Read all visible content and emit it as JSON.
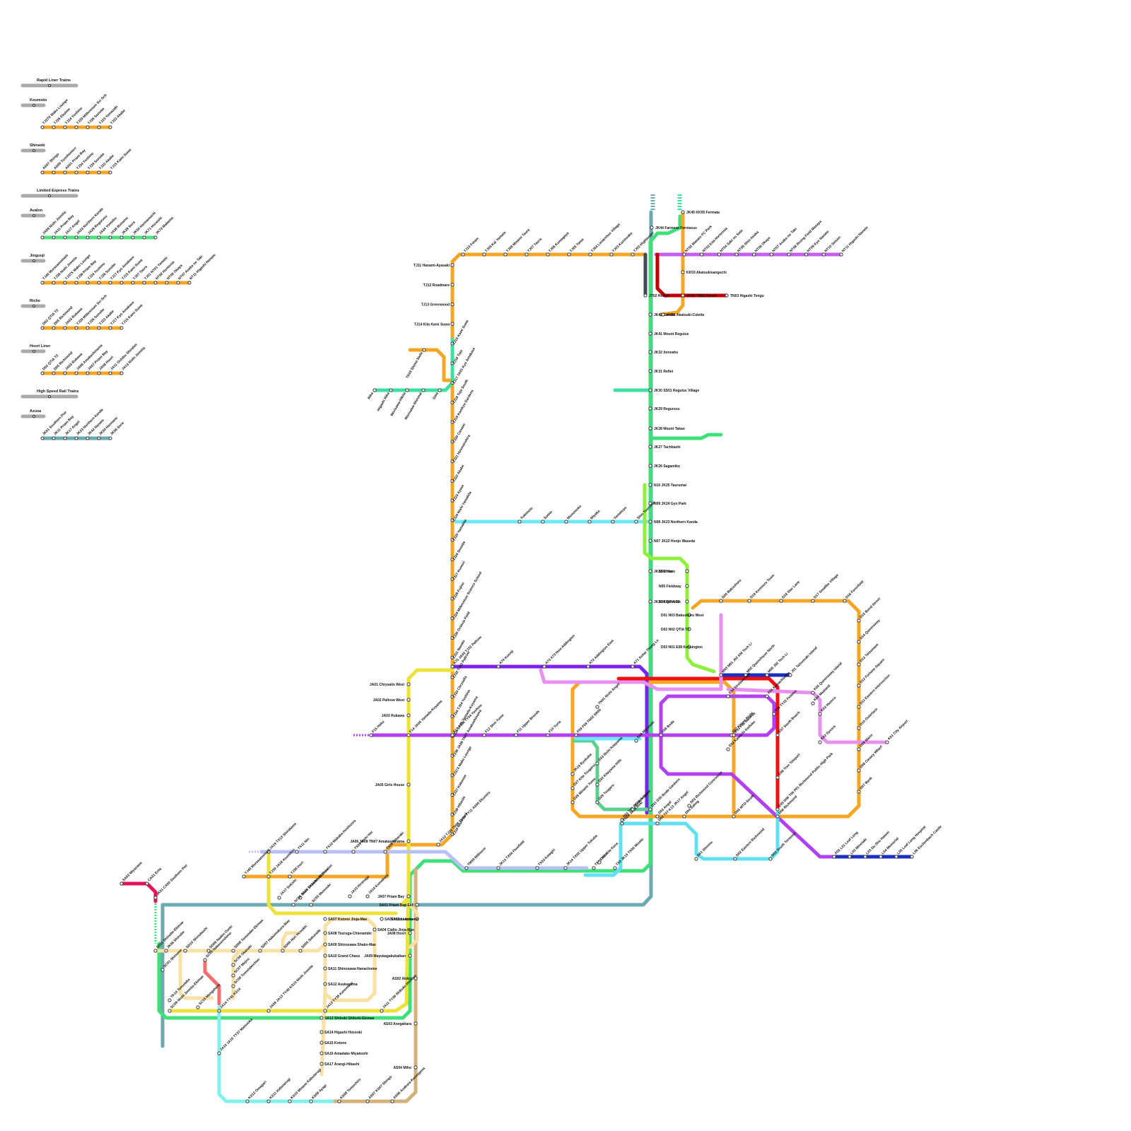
{
  "legend": {
    "sections": [
      {
        "id": "rapid",
        "title": "Rapid Liner Trains",
        "kind": "header"
      },
      {
        "id": "koumoto",
        "title": "Koumoto",
        "kind": "line",
        "color": "#f5a623",
        "stations": [
          "TJ27X Mako Lounge",
          "TJ26 Ekuiwa",
          "TJ24 Yoshino",
          "TJ29 Millennium Sci Sch",
          "TJ26 Sonobe",
          "TJ23 Yamazaki",
          "TJ22 Akabe"
        ]
      },
      {
        "id": "shiraoki",
        "title": "Shiraoki",
        "kind": "line",
        "color": "#f5a623",
        "stations": [
          "AS07 Shingo",
          "AS00 Yumihomori",
          "AS01 Priam Bay",
          "TJ34 Yoshino",
          "TJ29 Sonobe",
          "TJ22 Akabe",
          "TJ15 Kami Suwa"
        ]
      },
      {
        "id": "limited",
        "title": "Limited Express Trains",
        "kind": "header"
      },
      {
        "id": "avalon",
        "title": "Avalon",
        "kind": "line",
        "color": "#4fe07f",
        "stations": [
          "JA09 Nishi Jinmita",
          "JA11 Priam Bay",
          "JA17 Angel",
          "JA23 Northern Kanda",
          "JA29 Regurusu",
          "JA34 Yomobu",
          "JA36 Bunamo",
          "JK39 Sora",
          "JK50 Hannamochi",
          "JK71 Horaishi",
          "JK73 Makama"
        ]
      },
      {
        "id": "jinguuji",
        "title": "Jinguuji",
        "kind": "line",
        "color": "#f5a623",
        "stations": [
          "TJ40 Murasameinaiii",
          "TJ38 Nishi Jinmita",
          "TJ37X Mako Lounge",
          "TJ36 Priam Bay",
          "TJ24 Yoshino",
          "TJ26 Sonobe",
          "TJ17 Kyo Amakase",
          "TJ15 Kami Suwa",
          "TJ07 Taura",
          "TJ01 NT01 Yamato",
          "NT02 Hontonia",
          "NT05 Okaya",
          "NT07 Asaka no Taki",
          "NT11 Higashi Nanato"
        ]
      },
      {
        "id": "riche",
        "title": "Riche",
        "kind": "line",
        "color": "#f5a623",
        "stations": [
          "D02 QTIA T2",
          "D05 Richmond",
          "JA03 Rukawa",
          "TJ29 Millennium Sci Sch",
          "TJ26 Sonobe",
          "TJ22 Akabe",
          "TJ17 Kyo Amakase",
          "TJ15 Kami Suwa"
        ]
      },
      {
        "id": "hoori",
        "title": "Hoori Liner",
        "kind": "line",
        "color": "#f5a623",
        "stations": [
          "D02 QTIA T2",
          "D05 Richmond",
          "JA03 Rukawa",
          "JA06 Amakashinama",
          "JA07 Priam Bay",
          "JA08 Hoori",
          "JA11 Oshibu Shinden",
          "JA13 Nishi Jinmita"
        ]
      },
      {
        "id": "hsr",
        "title": "High Speed Rail Trains",
        "kind": "header"
      },
      {
        "id": "azusa",
        "title": "Azusa",
        "kind": "line",
        "color": "#6aaab0",
        "stations": [
          "JK01 Southern Pier",
          "JK11 Priam Bay",
          "JK17 Angel",
          "JK23 Northern Kanda",
          "JK42 Nanato",
          "JK50 Hannano",
          "JK56 Sora"
        ]
      }
    ]
  },
  "labels": {
    "tj_line": [
      "TJ11 Hanami-Ayasaki",
      "TJ12 Roadmare",
      "TJ13 Greenwood",
      "TJ14 Kita Kami Suwa",
      "TJ15 Kami Suwa",
      "TJ16 Tojo",
      "TJ17 TA01 Kyo Amakase",
      "TJ18 Tojo South",
      "TJ19 Kamkyo Gardens",
      "TJ20 Canaan",
      "TJ21 Hinomeishira",
      "TJ22 Akabe",
      "TJ23 Ayase",
      "TJ24 Nishi Yamakita",
      "TJ25 Yamakita",
      "TJ26 Sonobe",
      "TJ27 Kumori",
      "TJ28 Fujino",
      "TJ29 Millennium Science School",
      "TJ30 Octavia Field",
      "TJ31 Nanato",
      "TJ32 TJ33 Pallrow",
      "TJ33 Chrysalis",
      "TJ34 TJ54 Yoshino",
      "TJ35 JA05 Yamada-Koyama",
      "TJ36 JA08 TN07 Amakashinama",
      "TJ37X Mako Lounge",
      "TJ37 Kokonoe",
      "TJ38 Hibashi",
      "TJ39 Nishi Imai"
    ],
    "tj_top": [
      "TJ10 Fetam",
      "TJ09 Kai Yamato",
      "TJ08 Minami Taura",
      "TJ07 Taura",
      "TJ06 Kumagaya",
      "TJ05 Tama",
      "TJ04 Lioiarnhus Village",
      "TJ03 Kozmoaka",
      "TJ02 Highlander"
    ],
    "nt_line": [
      "NT02 Manato FC Park",
      "NT03 Kita Hortensia",
      "NT04 Saki no Sato",
      "NT05 Shin Itsuka",
      "NT06 Okaya",
      "NT07 Asaka no Taki",
      "NT08 Rising Field Masaya",
      "NT09 Kyo Nanato",
      "NT10 Seison",
      "NT11 Higashi Nanato"
    ],
    "jk_line": [
      "JK44 Farmese Ferniasus",
      "JK45 KK05 Fermata",
      "JT02 Heikyo",
      "JK42 Colette",
      "JK41 Mount Regulus",
      "JK32 Xenoahs",
      "JK31 Reflet",
      "JK30 SS01 Regulus Village",
      "JK29 Regurusu",
      "JK28 Mount Takao",
      "JK27 Tachbashi",
      "JK26 Sagamiko",
      "N10 JK25 Taurumai",
      "N09 JK24 Gyo Park",
      "N08 JK23 Northern Kanda",
      "N07 JK22 Honjo Waseda",
      "JK21 Rinkan",
      "JK20 Kitarinkan"
    ],
    "kk_line": [
      "KK03 Akatsukisanguchi",
      "KK02 TN02 Konoe",
      "KK01 Akatsuki-Colette",
      "TN03 Higashi Tengu"
    ],
    "cyan_line": [
      "Yukimoto",
      "Somie",
      "Monomoke",
      "Miyaka",
      "Yamatoyo",
      "Shin Tsurumai"
    ],
    "teal_top": [
      "Rika",
      "Higashi Rika",
      "Morisawa-Hikita",
      "Morisawa-Shinmai",
      "Gaia",
      "TA03 Shimo Sado"
    ],
    "n_line": [
      "N06 Yori",
      "N05 Fieldway",
      "N04 QTIA T3",
      "D01 N03 Bakushuru West",
      "D02 N02 QTIA T2",
      "D03 N01 E08 Kensington"
    ],
    "d_ring": [
      "D20 Bakushuru",
      "D19 Kenmore Town",
      "D18 Star Lane",
      "D17 Smallbe Village",
      "D16 Forenfold",
      "D15 Bond Street",
      "D14 Queensway",
      "D13 Tatsumam",
      "D12 Fortune Square",
      "D11 Eastern Intersection",
      "D10 Outerlace",
      "D09 Marin",
      "D08 Canary Wharf",
      "D07 Bank",
      "D06 Richmond",
      "D05 MTD-South",
      "D04 Ealing",
      "D03 Angel",
      "D01 T08 Shimon Dori"
    ],
    "purple_line": [
      "A75 JA00 TJ32 Pallrow",
      "A74 Kuonji",
      "A73 A73 New Addington",
      "A72 Addington East",
      "A71 Ashai Thong Lo",
      "F15 Hoku",
      "F14 JA04 Yamada-Koyama",
      "F13 TJ34 TY54 Yoshino",
      "F12 Shin Yume",
      "F11 Upper Broods",
      "F10 Yuria",
      "F09 F09 TN02 SR05",
      "F08 Ikeda",
      "F07 Kitami Bight",
      "F06 TY15 Futatsu",
      "F05 Kawachiutata"
    ],
    "red_line": [
      "M03 M01 J02 KM Tech Li",
      "M02 Quanshiyue North",
      "M05 J02 Tech Li",
      "J01 Tatsumaki Island",
      "K05 Queensway Island",
      "K04 Maaland",
      "K03 Hazeco",
      "K02 Sysora",
      "K01 City Airport",
      "E04 Stroboscope",
      "E07 South Beach",
      "E06 Tree Teleport",
      "E05 D06 T06 P01 Richmond Public High Park",
      "E02 Kawachi Kaifuku",
      "E03 F06 Waseda"
    ],
    "blue_tail": [
      "F05 L01 Leaf Long",
      "L02 Minotaki",
      "L03 Du Shu Haiwei",
      "L04 Memorial",
      "L05 Leaf Long Hospital",
      "L06 Eschenbach Castle"
    ],
    "south_teal": [
      "JA01 Chrysalis West",
      "JA02 Pallrow West",
      "JA03 Rukawa",
      "JA05 Girls House",
      "JA06 JA08 TN07 Amakashinama",
      "JA07 Priam Bay",
      "SA01 Priam Bay-Eki",
      "SA02 Lazona",
      "JA08 Hoori",
      "JA09 Mayukagakukaikan",
      "AS02 Akiko",
      "AS03 Anegahara",
      "AS04 Miho"
    ],
    "sa_line": [
      "SA03 Hoori-itchome",
      "SA04 Ciafio Jinja-Mae",
      "SA07 Kotone Jinja-Mae",
      "SA08 Tsuruga-Chienamiki",
      "SA09 Shinosawa Shako-Mae",
      "SA10 Grand Chaos",
      "SA11 Shinosawa Nanachome",
      "SA12 Asukayama",
      "SA13 Shibuki Shibuki-Ekimae",
      "SA14 Higashi Hosooki",
      "SA15 Kotone",
      "SA16 Amadake Miyakoshi",
      "SA17 Arangi-Hibashi"
    ],
    "west_lines": [
      "SA02 Miyazawa",
      "CA01 Erila",
      "JK01 CA00 Southern Pier",
      "SD11 Shinobe-Ekimae",
      "JK46 Shinobe",
      "SD10 Shinobashi",
      "SD09 Naden Ozeki",
      "SD08 Tomotake-Ekimae",
      "SD07 Hakumokura-Mae",
      "SD06 Hori Hosokki",
      "SD05 Sakurada",
      "SC01 Shinume",
      "SC08 Tomotakechuo",
      "SC07 Mejiro",
      "SC06 Okanaki",
      "SC05 Nakasenshimo",
      "TK14 Tomotake",
      "SC10 Mangahara",
      "SC09 Nishi Jinmita-Ekimae",
      "JA14 TY41 KS14",
      "JA09 JA13 TY40 KS13 Nishi Jinmita",
      "JA12 TY38 Kanomaru",
      "JA11 TY36 Shibuki-Shinden",
      "JA10 JA10 TY37 Matsuoka",
      "KS12 Omagari",
      "KS11 Kabutarugi",
      "KS10 Minami Kabutarugi",
      "KS09 Ayagi",
      "KS08 Tomoshiro",
      "AS07 KS07 Shingo",
      "AS06 Asakura-Kamogawa",
      "AS05 Yumihomori"
    ],
    "ty_line": [
      "JA19 TX13 Shirakawa",
      "TX11 Nin",
      "TX10 Wakaba Hoshizora",
      "TX09 Nishi Hei",
      "TX08 Hibaraki",
      "TJ40 Murasameinaiii",
      "TJ39 JA18 Asumikiri",
      "TJ38 Inori",
      "JA17 Sekishi",
      "JA16 TX14 Nishi Shinden",
      "JA15 Hiranaga",
      "JA14 Kumakura",
      "SC06 Nishi Shinden-Ekimae",
      "SC05 Mumouki"
    ],
    "east_lower": [
      "JA12 TJ35 TN08 TN06 TY11 AS00 Ekumiru",
      "TM09 Millmore",
      "JK13 TX04 Flowfield",
      "TX03 Katagiri",
      "JK14 TX02 Upper Tokuba",
      "TX01 Yotei",
      "D30 Kita Kasa",
      "TX0 JK15 TX00 Misato",
      "TN09 JK16 Reki",
      "JK18 Ikegami",
      "JK19 Ryokuba",
      "D27 Kita Tsugarui",
      "D28 Minami Yume",
      "D29 Tsugaru",
      "D32 Kitayama Hills",
      "D33 Nishi Kitayama",
      "D34 Miyonobi",
      "TN01 Nishi Angel",
      "D31 D35 Ikeda Gardens",
      "D02 T07 K13 JK17 Angel",
      "D01 Shinmu",
      "D02 Eastern Richmond",
      "D02 South Terminal",
      "D03 Richmond Concourse"
    ]
  }
}
